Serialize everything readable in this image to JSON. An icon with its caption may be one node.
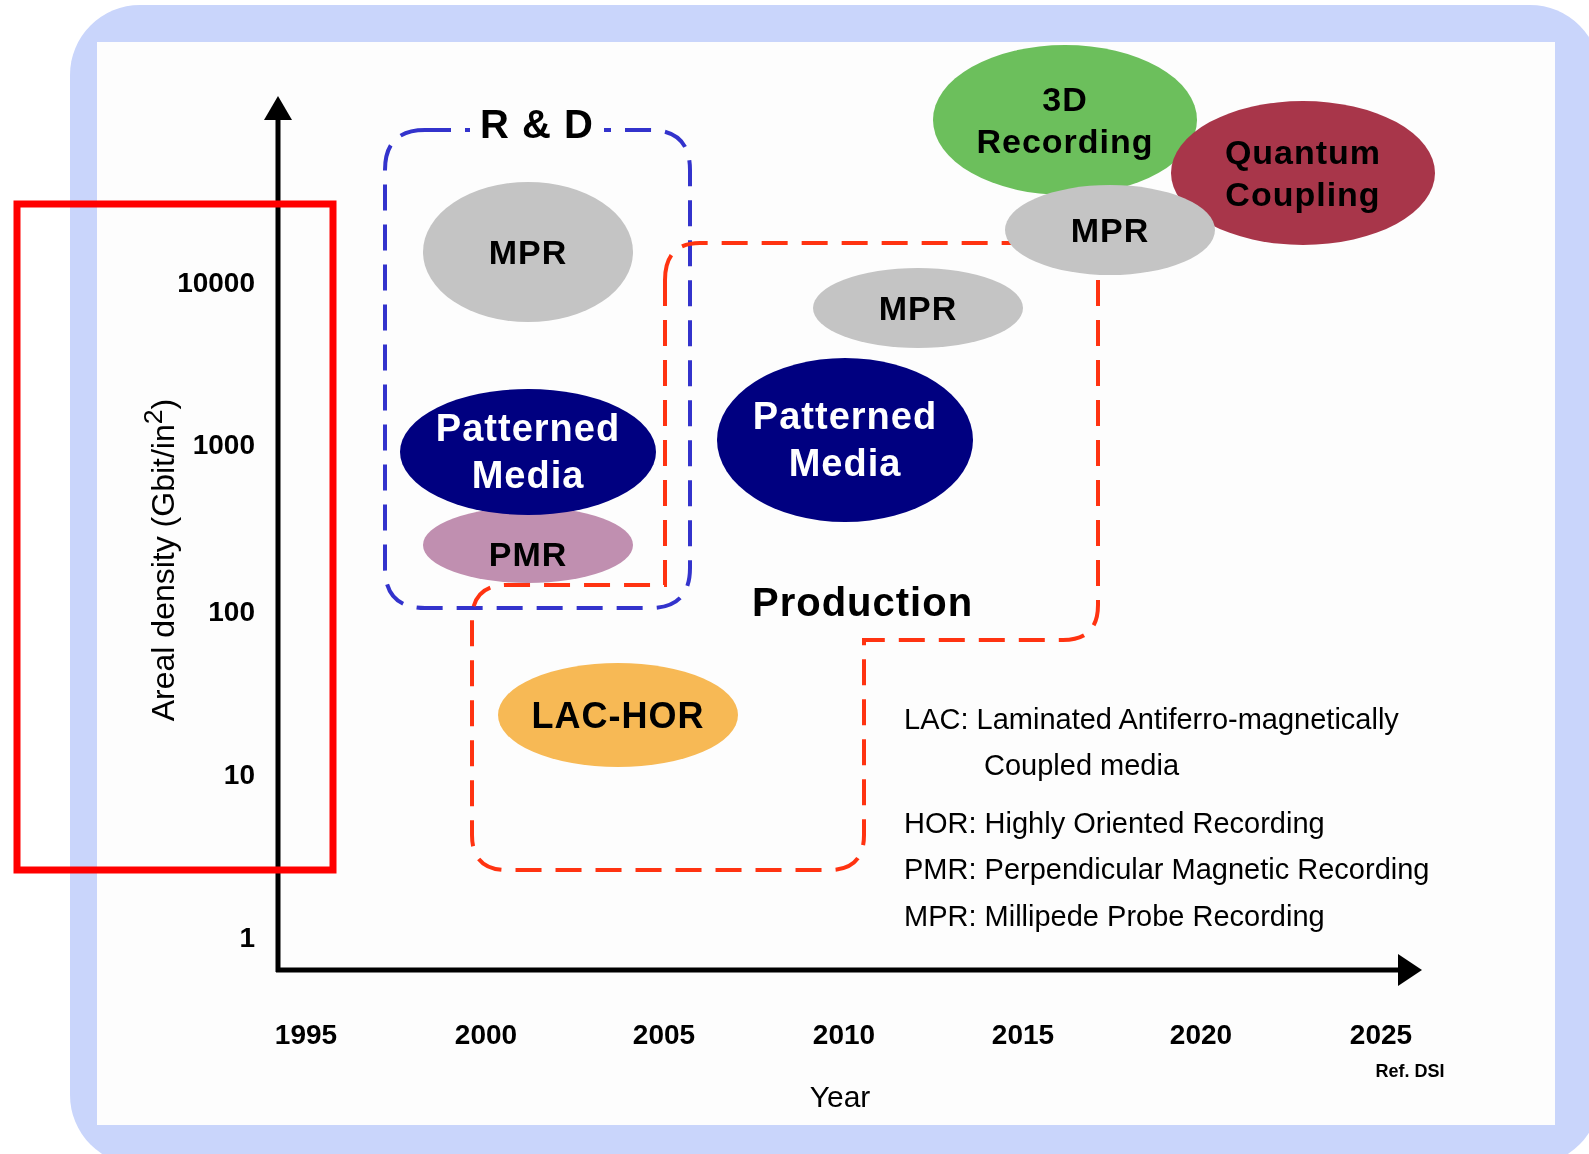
{
  "diagram": {
    "nodes": [
      {
        "text": [
          "R & D"
        ]
      },
      {
        "text": [
          "MPR"
        ],
        "in": 0
      },
      {
        "text": [
          "Patterned Media"
        ],
        "in": 0
      },
      {
        "text": [
          "PMR"
        ],
        "in": 0
      },
      {
        "text": [
          "Production"
        ]
      },
      {
        "text": [
          "MPR"
        ],
        "in": 4
      },
      {
        "text": [
          "Patterned Media"
        ],
        "in": 4
      },
      {
        "text": [
          "LAC-HOR"
        ],
        "in": 4
      },
      {
        "text": [
          "3D Recording"
        ]
      },
      {
        "text": [
          "Quantum Coupling"
        ]
      },
      {
        "text": [
          "MPR"
        ]
      }
    ],
    "edges": [],
    "labels": [
      "Areal density (Gbit/in$^{2}$)",
      "10000",
      "1000",
      "100",
      "10",
      "1",
      "1995",
      "2000",
      "2005",
      "2010",
      "2015",
      "2020",
      "2025",
      "Ref. DSI",
      "Year",
      "LAC: Laminated Antiferro-magnetically Coupled media",
      "HOR: Highly Oriented Recording",
      "PMR: Perpendicular Magnetic Recording",
      "MPR: Millipede Probe Recording"
    ]
  }
}
